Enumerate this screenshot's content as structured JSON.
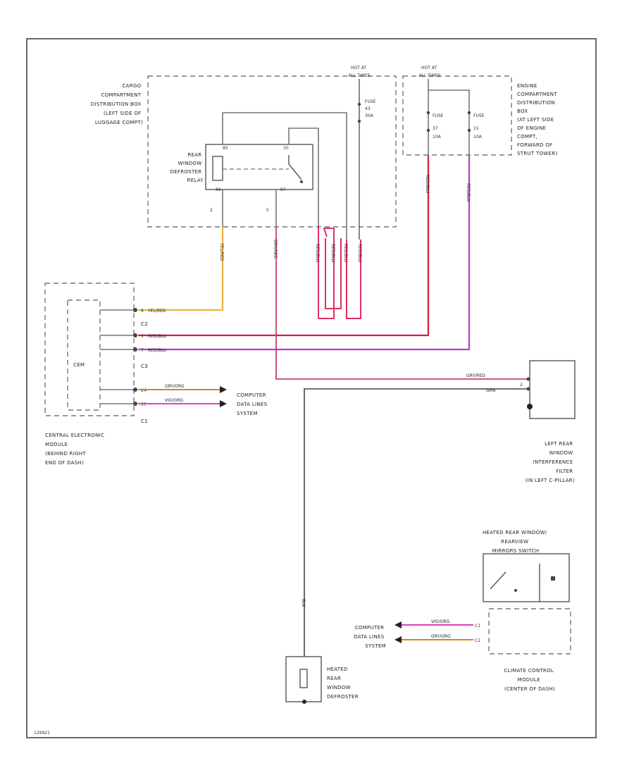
{
  "diagram_id": "129921",
  "colors": {
    "border": "#444444",
    "yellow_red_wire": "#f0b040",
    "red_blue_wire": "#d02040",
    "red_blue_wire2": "#b040c0",
    "gray_red_wire": "#d04060",
    "pink_wire": "#e060a0",
    "gray_wire": "#777777"
  },
  "components": {
    "cargo_box": [
      "CARGO",
      "COMPARTMENT",
      "DISTRIBUTION BOX",
      "(LEFT SIDE OF",
      "LUGGAGE COMPT)"
    ],
    "hot_at_all_times_1": [
      "HOT AT",
      "ALL TIMES"
    ],
    "hot_at_all_times_2": [
      "HOT AT",
      "ALL TIMES"
    ],
    "engine_box": [
      "ENGINE",
      "COMPARTMENT",
      "DISTRIBUTION",
      "BOX",
      "(AT LEFT SIDE",
      "OF ENGINE",
      "COMPT,",
      "FORWARD OF",
      "STRUT TOWER)"
    ],
    "fuse_1": [
      "FUSE",
      "43",
      "30A"
    ],
    "fuse_2": [
      "FUSE",
      "37",
      "10A"
    ],
    "fuse_3": [
      "FUSE",
      "15",
      "10A"
    ],
    "relay": [
      "REAR",
      "WINDOW",
      "DEFROSTER",
      "RELAY"
    ],
    "cem_label": "CEM",
    "cem": [
      "CENTRAL ELECTRONIC",
      "MODULE",
      "(BEHIND RIGHT",
      "END OF DASH)"
    ],
    "computer_data_1": [
      "COMPUTER",
      "DATA LINES",
      "SYSTEM"
    ],
    "computer_data_2": [
      "COMPUTER",
      "DATA LINES",
      "SYSTEM"
    ],
    "filter": [
      "LEFT REAR",
      "WINDOW",
      "INTERFERENCE",
      "FILTER",
      "(IN LEFT C-PILLAR)"
    ],
    "switch": [
      "HEATED REAR WINDOW/",
      "REARVIEW",
      "MIRRORS SWITCH"
    ],
    "climate": [
      "CLIMATE CONTROL",
      "MODULE",
      "(CENTER OF DASH)"
    ],
    "defroster": [
      "HEATED",
      "REAR",
      "WINDOW",
      "DEFROSTER"
    ]
  },
  "connectors": {
    "c2": "C2",
    "c3": "C3",
    "c1": "C1"
  },
  "pins": {
    "relay_85": "85",
    "relay_30": "30",
    "relay_86": "86",
    "relay_87": "87",
    "relay_2": "2",
    "relay_5": "5",
    "cem_8": "8",
    "cem_1": "1",
    "cem_7": "7",
    "cem_24": "24",
    "cem_57": "57",
    "filter_2": "2",
    "climate_c1": "C1",
    "climate_c2": "C2"
  },
  "wires": {
    "yel_red_v": "YEL/RED",
    "yel_red_h": "YEL/RED",
    "gry_red_v": "GRY/RED",
    "gry_red_h": "GRY/RED",
    "red_blu_1": "RED/BLU",
    "red_blu_2": "RED/BLU",
    "red_blu_h1": "RED/BLU",
    "red_blu_h2": "RED/BLU",
    "loop_1": "RED/BLU",
    "loop_2": "RED/BLU",
    "loop_3": "RED/BLU",
    "loop_4": "RED/BLU",
    "gry_org": "GRY/ORG",
    "vio_org": "VIO/ORG",
    "grn": "GRN",
    "blk": "BLK",
    "sw_vio_org": "VIO/ORG",
    "sw_gry_org": "GRY/ORG"
  }
}
